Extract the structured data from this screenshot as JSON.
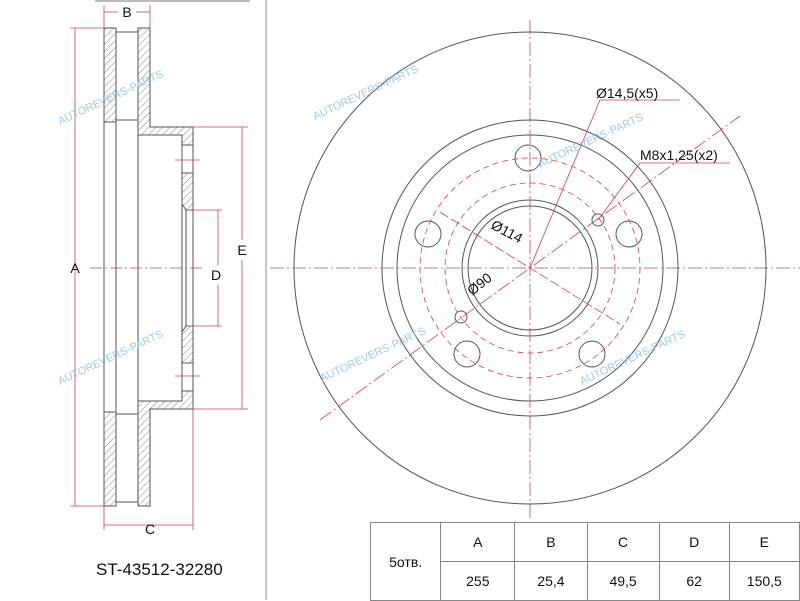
{
  "drawing": {
    "dim_labels": {
      "A": "A",
      "B": "B",
      "C": "C",
      "D": "D",
      "E": "E"
    },
    "callouts": {
      "bolt_holes": "Ø14,5(x5)",
      "thread_holes": "M8x1,25(x2)",
      "pcd": "Ø114",
      "center_bore": "Ø90"
    },
    "watermark": "AUTOREVERS-PARTS",
    "colors": {
      "line": "#555555",
      "dim": "#d04050",
      "watermark": "#7fb8dc"
    }
  },
  "part_number": "ST-43512-32280",
  "spec_table": {
    "row_label": "5отв.",
    "headers": [
      "A",
      "B",
      "C",
      "D",
      "E"
    ],
    "values": [
      "255",
      "25,4",
      "49,5",
      "62",
      "150,5"
    ]
  }
}
